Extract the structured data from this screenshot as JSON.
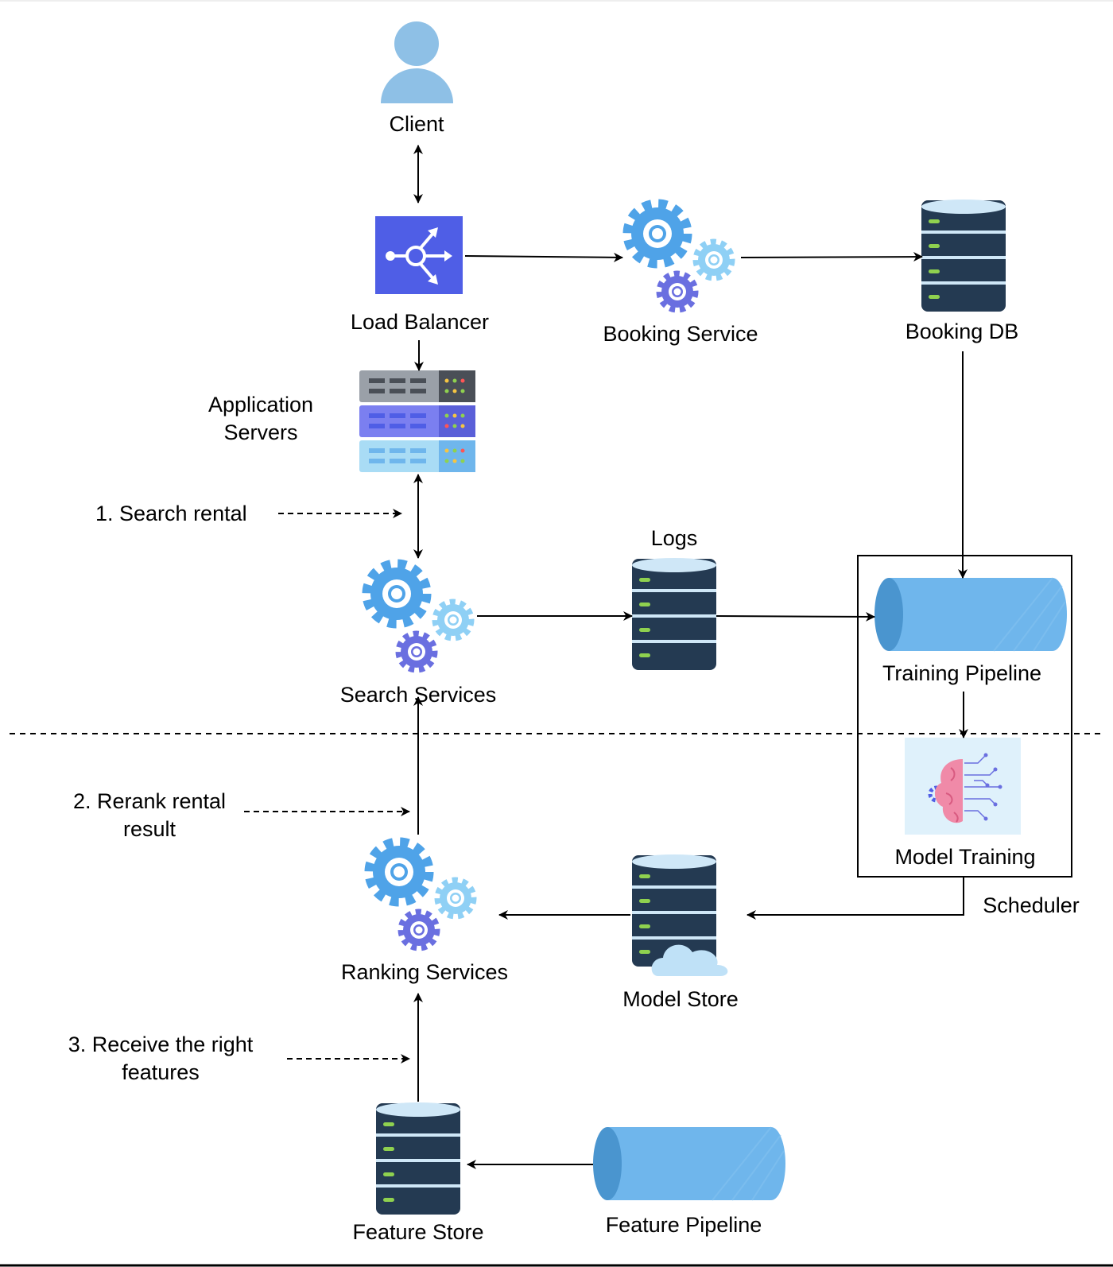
{
  "nodes": {
    "client": "Client",
    "load_balancer": "Load Balancer",
    "booking_service": "Booking Service",
    "booking_db": "Booking DB",
    "app_servers": [
      "Application",
      "Servers"
    ],
    "search_services": "Search Services",
    "logs": "Logs",
    "training_pipeline": "Training Pipeline",
    "model_training": "Model Training",
    "scheduler": "Scheduler",
    "ranking_services": "Ranking Services",
    "model_store": "Model Store",
    "feature_store": "Feature Store",
    "feature_pipeline": "Feature Pipeline"
  },
  "steps": {
    "step1": "1. Search rental",
    "step2": [
      "2. Rerank rental",
      "result"
    ],
    "step3": [
      "3. Receive the right",
      "features"
    ]
  },
  "colors": {
    "db_body": "#243a52",
    "db_band": "#cfe7f7",
    "db_led": "#8fd14f",
    "gear_blue": "#4fa3e8",
    "gear_light": "#8fd0f5",
    "gear_purple": "#6a6fe0",
    "pipe": "#6fb6ec",
    "pipe_dark": "#4a95cf",
    "lb_bg": "#4f5ee6",
    "person": "#8ec0e6"
  }
}
